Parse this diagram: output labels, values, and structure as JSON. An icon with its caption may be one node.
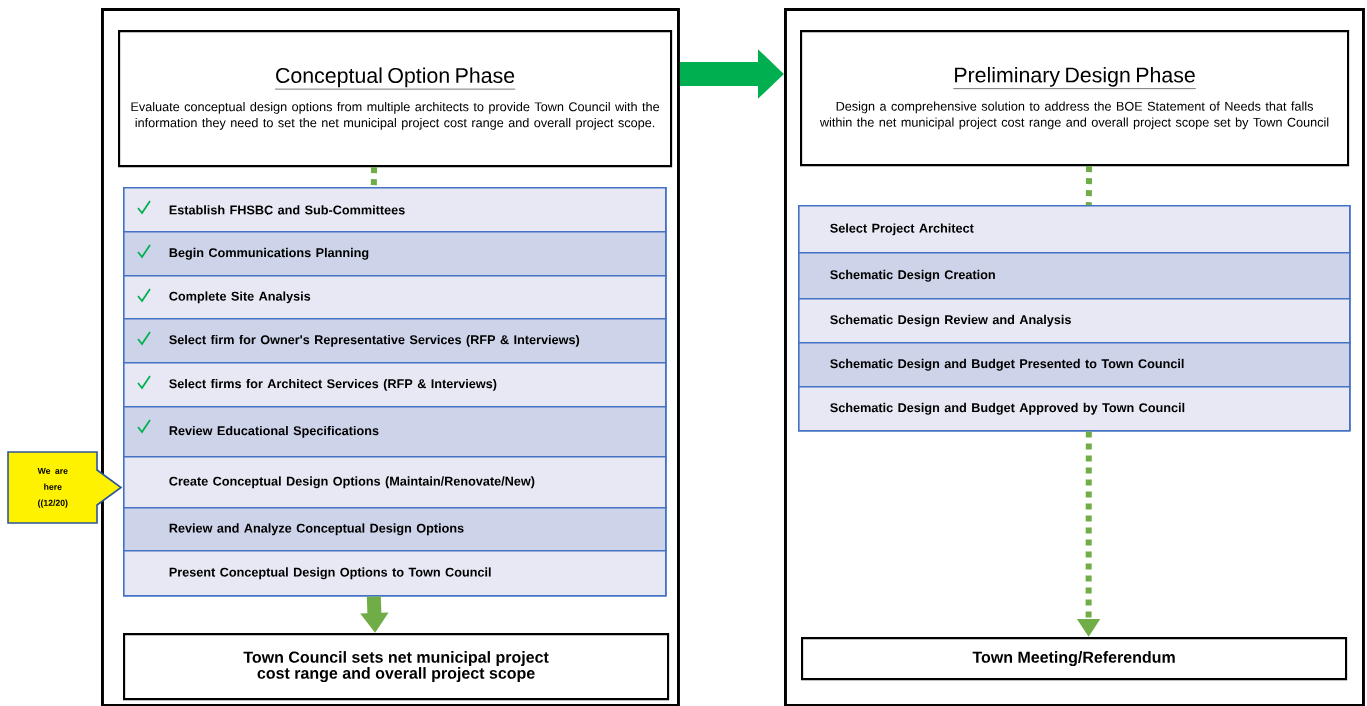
{
  "diagram": {
    "nodes": [
      {
        "text": [],
        "shape": "box"
      },
      {
        "text": [
          "Conceptual Option Phase",
          "Evaluate conceptual design options from multiple architects to provide Town Council with the information they need to set the net municipal project cost range and overall project scope."
        ],
        "in": 0
      },
      {
        "text": [],
        "shape": "box",
        "in": 0
      },
      {
        "text": [
          "Establish FHSBC and Sub-Committees"
        ],
        "in": 2
      },
      {
        "text": [
          "Begin Communications Planning"
        ],
        "in": 2
      },
      {
        "text": [
          "Complete Site Analysis"
        ],
        "in": 2
      },
      {
        "text": [
          "Select firm for Owner's Representative Services (RFP & Interviews)"
        ],
        "in": 2
      },
      {
        "text": [
          "Select firms for Architect Services (RFP & Interviews)"
        ],
        "in": 2
      },
      {
        "text": [
          "Review Educational Specifications"
        ],
        "in": 2
      },
      {
        "text": [
          "Create Conceptual Design Options  (Maintain/Renovate/New)"
        ],
        "in": 2
      },
      {
        "text": [
          "Review and Analyze Conceptual Design Options"
        ],
        "in": 2
      },
      {
        "text": [
          "Present Conceptual Design Options to Town Council"
        ],
        "in": 2
      },
      {
        "text": [
          "Town Council sets net municipal project cost range and overall project scope"
        ],
        "in": 0
      },
      {
        "text": [],
        "shape": "box"
      },
      {
        "text": [
          "Preliminary Design Phase",
          "Design a comprehensive solution to address the BOE Statement of Needs that falls within the net municipal project cost range and overall project scope set by Town Council"
        ],
        "in": 13
      },
      {
        "text": [],
        "shape": "box",
        "in": 13
      },
      {
        "text": [
          "Select Project Architect"
        ],
        "in": 15
      },
      {
        "text": [
          "Schematic  Design Creation"
        ],
        "in": 15
      },
      {
        "text": [
          "Schematic Design Review and Analysis"
        ],
        "in": 15
      },
      {
        "text": [
          "Schematic Design and Budget Presented to Town Council"
        ],
        "in": 15
      },
      {
        "text": [
          "Schematic Design and Budget Approved by Town Council"
        ],
        "in": 15
      },
      {
        "text": [
          "Town Meeting/Referendum"
        ],
        "in": 13
      },
      {
        "text": [
          "We are here ((12/20)"
        ]
      }
    ],
    "edges": [
      {
        "from": 1,
        "to": 2,
        "arrow": "none",
        "style": "dashed",
        "color": "#70ad47"
      },
      {
        "from": 2,
        "to": 12,
        "arrow": "to",
        "style": "thick",
        "color": "#70ad47"
      },
      {
        "from": 0,
        "to": 13,
        "arrow": "to",
        "style": "thick",
        "color": "#00b050"
      },
      {
        "from": 14,
        "to": 15,
        "arrow": "none",
        "style": "dashed",
        "color": "#70ad47"
      },
      {
        "from": 15,
        "to": 21,
        "arrow": "to",
        "style": "dashed",
        "color": "#70ad47"
      }
    ]
  }
}
